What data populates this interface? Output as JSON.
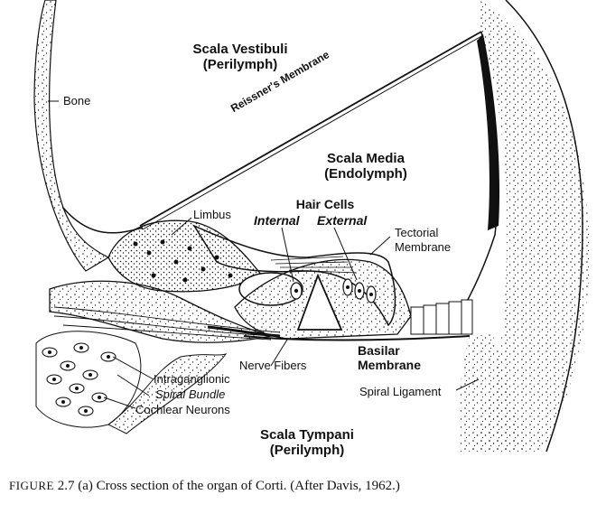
{
  "labels": {
    "scala_vestibuli": "Scala Vestibuli",
    "scala_vestibuli_fluid": "(Perilymph)",
    "bone": "Bone",
    "reissners_membrane": "Reissner's Membrane",
    "scala_media": "Scala Media",
    "scala_media_fluid": "(Endolymph)",
    "limbus": "Limbus",
    "hair_cells": "Hair Cells",
    "internal": "Internal",
    "external": "External",
    "tectorial_1": "Tectorial",
    "tectorial_2": "Membrane",
    "nerve_fibers": "Nerve Fibers",
    "basilar_1": "Basilar",
    "basilar_2": "Membrane",
    "intraganglionic": "Intraganglionic",
    "spiral_bundle": "Spiral Bundle",
    "cochlear_neurons": "Cochlear Neurons",
    "spiral_ligament": "Spiral Ligament",
    "scala_tympani": "Scala Tympani",
    "scala_tympani_fluid": "(Perilymph)"
  },
  "caption": {
    "figure_word": "FIGURE",
    "figure_number": "2.7",
    "text": "(a) Cross section of the organ of Corti. (After Davis, 1962.)"
  }
}
